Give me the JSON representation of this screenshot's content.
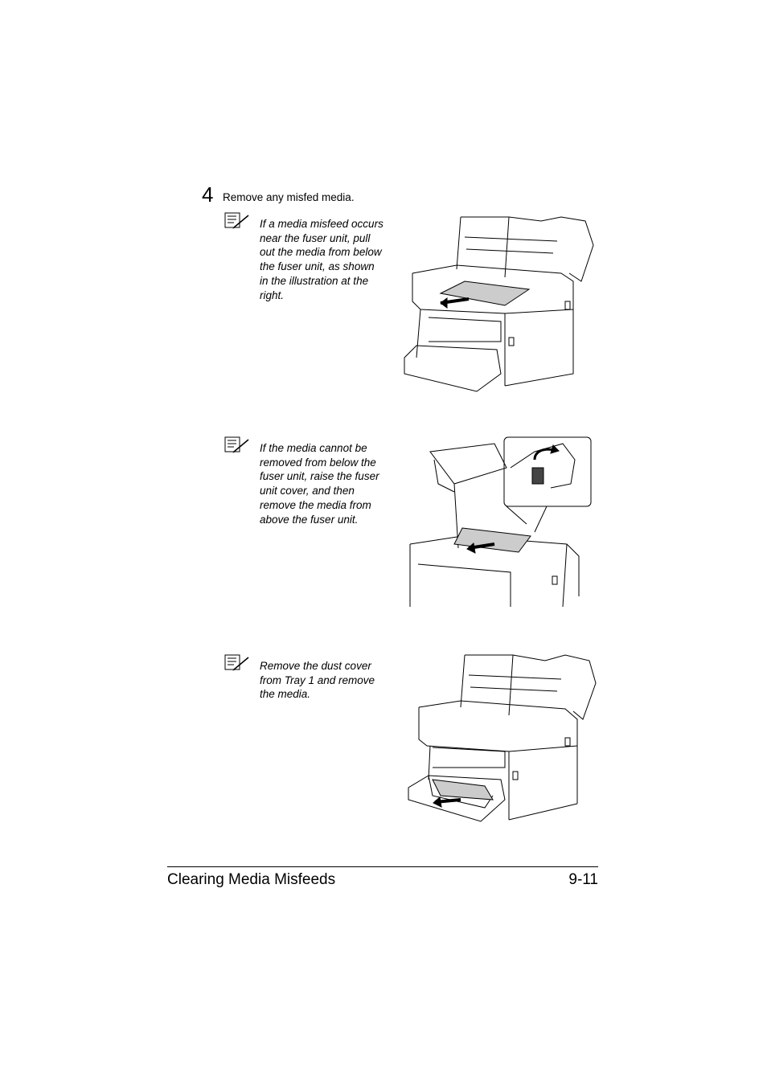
{
  "step": {
    "number": "4",
    "text": "Remove any misfed media."
  },
  "notes": [
    {
      "icon": "note-pencil-icon",
      "lines": [
        "If a media misfeed occurs",
        "near the fuser unit, pull",
        "out the media from below",
        "the fuser unit, as shown",
        "in the illustration at the",
        "right."
      ]
    },
    {
      "icon": "note-pencil-icon",
      "lines": [
        "If the media cannot be",
        "removed from below the",
        "fuser unit, raise the fuser",
        "unit cover, and then",
        "remove the media from",
        "above the fuser unit."
      ]
    },
    {
      "icon": "note-pencil-icon",
      "lines": [
        "Remove the dust cover",
        "from Tray 1 and remove",
        "the media."
      ]
    }
  ],
  "footer": {
    "title": "Clearing Media Misfeeds",
    "page": "9-11"
  }
}
